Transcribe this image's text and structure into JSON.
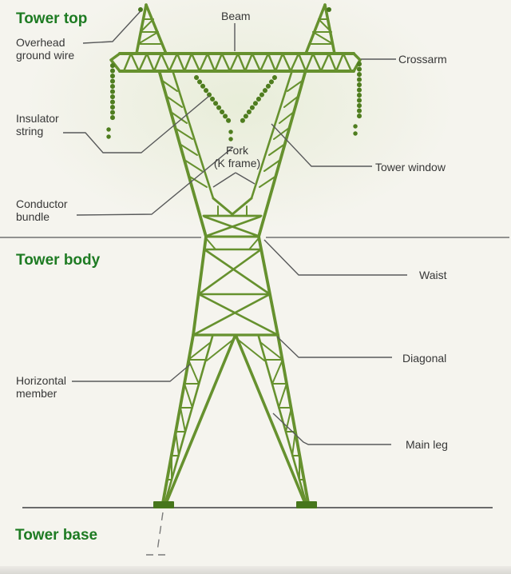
{
  "diagram_title": "Transmission tower parts diagram",
  "colors": {
    "background": "#f5f4ee",
    "tower_green": "#66912e",
    "insulator_green": "#4f7d1f",
    "heading_green": "#1e7b23",
    "label_text": "#373737",
    "leader_line": "#58595a",
    "divider_line": "#717171"
  },
  "headings": {
    "tower_top": "Tower top",
    "tower_body": "Tower body",
    "tower_base": "Tower base"
  },
  "labels": {
    "beam": "Beam",
    "overhead_ground_wire": "Overhead\nground wire",
    "crossarm": "Crossarm",
    "insulator_string": "Insulator\nstring",
    "fork": "Fork\n(K frame)",
    "tower_window": "Tower window",
    "conductor_bundle": "Conductor\nbundle",
    "waist": "Waist",
    "diagonal": "Diagonal",
    "horizontal_member": "Horizontal\nmember",
    "main_leg": "Main leg"
  }
}
